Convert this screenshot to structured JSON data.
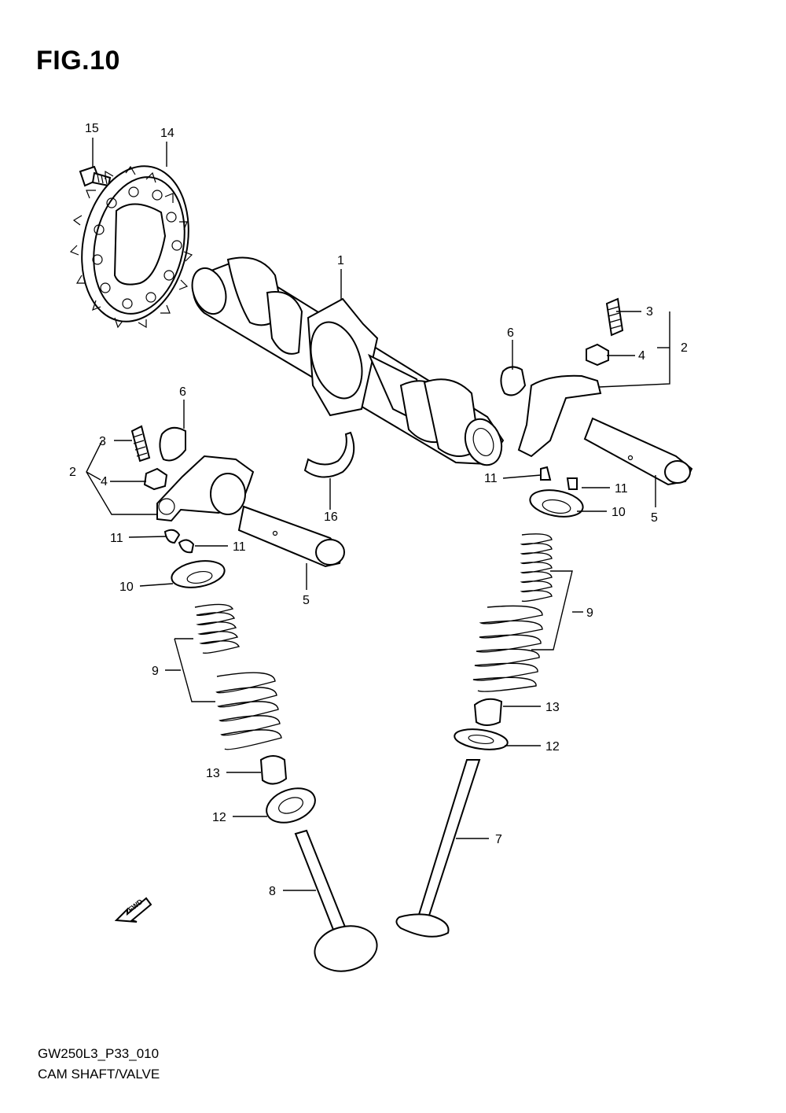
{
  "figure": {
    "title": "FIG.10",
    "code": "GW250L3_P33_010",
    "caption": "CAM SHAFT/VALVE"
  },
  "fwd_arrow": {
    "label": "FWD"
  },
  "callouts": [
    {
      "id": "c15",
      "text": "15"
    },
    {
      "id": "c14",
      "text": "14"
    },
    {
      "id": "c1",
      "text": "1"
    },
    {
      "id": "c3r",
      "text": "3"
    },
    {
      "id": "c4r",
      "text": "4"
    },
    {
      "id": "c2r",
      "text": "2"
    },
    {
      "id": "c6r",
      "text": "6"
    },
    {
      "id": "c6l",
      "text": "6"
    },
    {
      "id": "c3l",
      "text": "3"
    },
    {
      "id": "c2l",
      "text": "2"
    },
    {
      "id": "c4l",
      "text": "4"
    },
    {
      "id": "c16",
      "text": "16"
    },
    {
      "id": "c11ra",
      "text": "11"
    },
    {
      "id": "c11rb",
      "text": "11"
    },
    {
      "id": "c10r",
      "text": "10"
    },
    {
      "id": "c5r",
      "text": "5"
    },
    {
      "id": "c11la",
      "text": "11"
    },
    {
      "id": "c11lb",
      "text": "11"
    },
    {
      "id": "c10l",
      "text": "10"
    },
    {
      "id": "c5l",
      "text": "5"
    },
    {
      "id": "c9r",
      "text": "9"
    },
    {
      "id": "c9l",
      "text": "9"
    },
    {
      "id": "c13r",
      "text": "13"
    },
    {
      "id": "c12r",
      "text": "12"
    },
    {
      "id": "c13l",
      "text": "13"
    },
    {
      "id": "c12l",
      "text": "12"
    },
    {
      "id": "c7",
      "text": "7"
    },
    {
      "id": "c8",
      "text": "8"
    }
  ]
}
